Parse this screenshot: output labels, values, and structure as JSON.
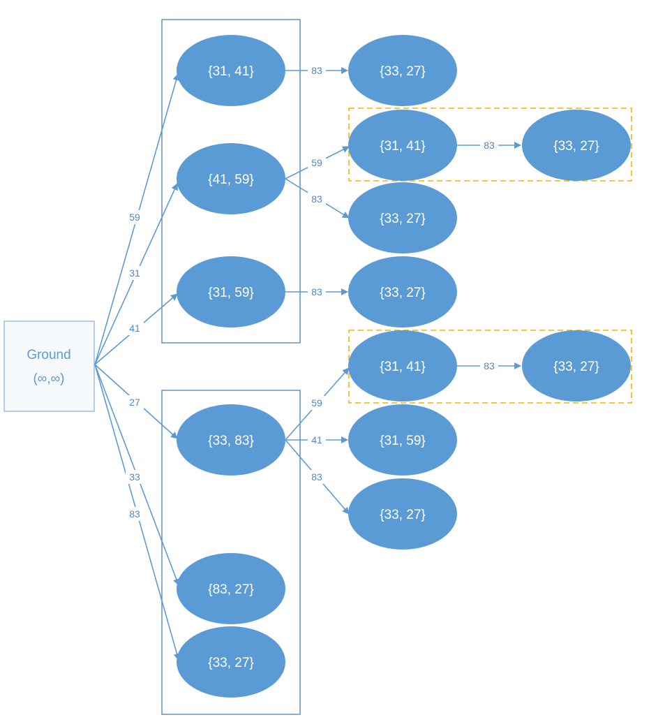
{
  "colors": {
    "node_fill": "#5b9bd5",
    "edge": "#5b9bd5",
    "group_border": "#4f7fb5",
    "highlight_border": "#f4b400",
    "ground_border": "#8db3e2",
    "node_text": "#ffffff",
    "label_text": "#4f88c6"
  },
  "ground": {
    "line1": "Ground",
    "line2": "(∞,∞)"
  },
  "nodes": {
    "n1": "{31, 41}",
    "n2": "{41, 59}",
    "n3": "{31, 59}",
    "n4": "{33, 83}",
    "n5": "{83, 27}",
    "n6": "{33, 27}",
    "c1": "{33, 27}",
    "c2": "{31, 41}",
    "c3": "{33, 27}",
    "c4": "{33, 27}",
    "c5": "{33, 27}",
    "c6": "{31, 41}",
    "c7": "{33, 27}",
    "c8": "{31, 59}",
    "c9": "{33, 27}"
  },
  "edges": {
    "g_n1": "59",
    "g_n2": "31",
    "g_n3": "41",
    "g_n4": "27",
    "g_n5": "33",
    "g_n6": "83",
    "n1_c1": "83",
    "n2_c2": "59",
    "n2_c4": "83",
    "c2_c3": "83",
    "n3_c5": "83",
    "n4_c6": "59",
    "n4_c8": "41",
    "n4_c9": "83",
    "c6_c7": "83"
  }
}
